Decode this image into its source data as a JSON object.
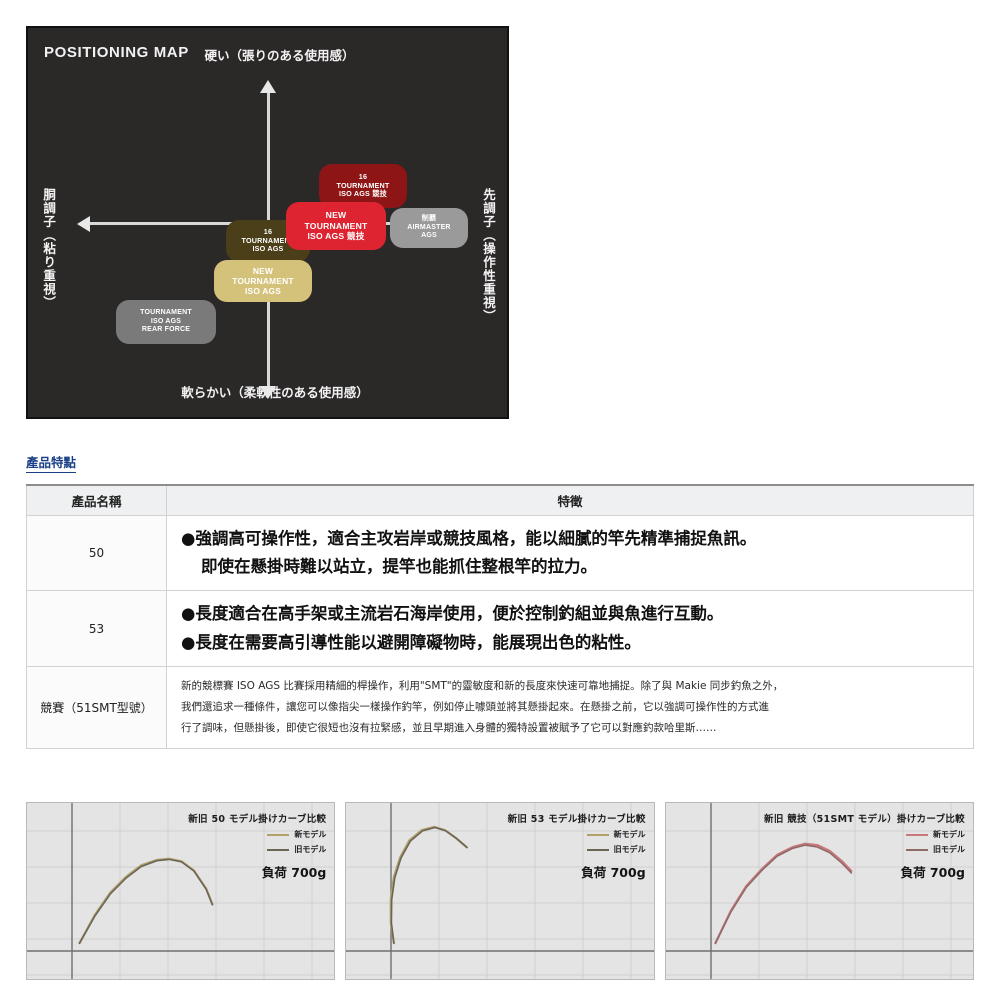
{
  "positioning_map": {
    "title": "POSITIONING MAP",
    "axis_top": "硬い（張りのある使用感）",
    "axis_bottom": "軟らかい（柔軟性のある使用感）",
    "axis_left": "胴調子（粘り重視）",
    "axis_right": "先調子（操作性重視）",
    "background_color": "#2b2828",
    "bubbles": [
      {
        "id": "tournament-iso-ags-rear-force",
        "lines": [
          "TOURNAMENT",
          "ISO AGS",
          "REAR FORCE"
        ],
        "color": "#7a7a7a",
        "text_color": "#ffffff"
      },
      {
        "id": "16-tournament-iso-ags",
        "lines": [
          "16",
          "TOURNAMENT",
          "ISO AGS"
        ],
        "color": "#4a3f18",
        "text_color": "#ffffff"
      },
      {
        "id": "new-tournament-iso-ags",
        "lines": [
          "NEW",
          "TOURNAMENT",
          "ISO AGS"
        ],
        "color": "#d4c27a",
        "text_color": "#ffffff"
      },
      {
        "id": "16-tournament-iso-ags-kyogi",
        "lines": [
          "16",
          "TOURNAMENT",
          "ISO AGS 競技"
        ],
        "color": "#8e1515",
        "text_color": "#ffffff"
      },
      {
        "id": "new-tournament-iso-ags-kyogi",
        "lines": [
          "NEW",
          "TOURNAMENT",
          "ISO AGS 競技"
        ],
        "color": "#dd2430",
        "text_color": "#ffffff"
      },
      {
        "id": "airmaster-ags",
        "lines": [
          "制覇",
          "AIRMASTER",
          "AGS"
        ],
        "color": "#9a9a9a",
        "text_color": "#ffffff"
      }
    ]
  },
  "section": {
    "heading": "產品特點"
  },
  "table": {
    "headers": [
      "產品名稱",
      "特徵"
    ],
    "rows": [
      {
        "name": "50",
        "size": "big",
        "lines": [
          "●強調高可操作性，適合主攻岩岸或競技風格，能以細膩的竿先精準捕捉魚訊。",
          "即使在懸掛時難以站立，提竿也能抓住整根竿的拉力。"
        ]
      },
      {
        "name": "53",
        "size": "big",
        "lines": [
          "●長度適合在高手架或主流岩石海岸使用，便於控制釣組並與魚進行互動。",
          "●長度在需要高引導性能以避開障礙物時，能展現出色的粘性。"
        ]
      },
      {
        "name": "競賽（51SMT型號）",
        "size": "small",
        "lines": [
          "新的競標賽 ISO AGS 比賽採用精細的桿操作，利用\"SMT\"的靈敏度和新的長度來快速可靠地捕捉。除了與 Makie 同步釣魚之外，",
          "我們還追求一種條件，讓您可以像指尖一樣操作釣竿，例如停止噱頭並將其懸掛起來。在懸掛之前，它以強調可操作性的方式進",
          "行了調味，但懸掛後，即使它很短也沒有拉緊感，並且早期進入身體的獨特設置被賦予了它可以對應釣款哈里斯……"
        ]
      }
    ]
  },
  "chart_data": [
    {
      "type": "line",
      "title": "新旧 50 モデル掛けカーブ比較",
      "load_label": "負荷 700g",
      "grid": true,
      "legend_position": "top-right",
      "xlim": [
        0,
        1
      ],
      "ylim": [
        0,
        1
      ],
      "series": [
        {
          "name": "新モデル",
          "color": "#b2a06a",
          "x": [
            0.17,
            0.22,
            0.27,
            0.32,
            0.37,
            0.42,
            0.46,
            0.5,
            0.54,
            0.58,
            0.6
          ],
          "y": [
            0.06,
            0.28,
            0.45,
            0.57,
            0.66,
            0.7,
            0.71,
            0.69,
            0.62,
            0.48,
            0.36
          ]
        },
        {
          "name": "旧モデル",
          "color": "#6b6558",
          "x": [
            0.17,
            0.22,
            0.27,
            0.32,
            0.37,
            0.42,
            0.46,
            0.5,
            0.54,
            0.58,
            0.6
          ],
          "y": [
            0.06,
            0.27,
            0.44,
            0.56,
            0.65,
            0.695,
            0.705,
            0.685,
            0.615,
            0.475,
            0.355
          ]
        }
      ]
    },
    {
      "type": "line",
      "title": "新旧 53 モデル掛けカーブ比較",
      "load_label": "負荷 700g",
      "grid": true,
      "legend_position": "top-right",
      "xlim": [
        0,
        1
      ],
      "ylim": [
        0,
        1
      ],
      "series": [
        {
          "name": "新モデル",
          "color": "#b2a06a",
          "x": [
            0.155,
            0.145,
            0.145,
            0.155,
            0.175,
            0.205,
            0.245,
            0.285,
            0.32,
            0.355,
            0.39
          ],
          "y": [
            0.06,
            0.22,
            0.4,
            0.57,
            0.72,
            0.85,
            0.93,
            0.955,
            0.93,
            0.87,
            0.8
          ]
        },
        {
          "name": "旧モデル",
          "color": "#6b6558",
          "x": [
            0.155,
            0.147,
            0.148,
            0.158,
            0.178,
            0.208,
            0.248,
            0.288,
            0.323,
            0.358,
            0.392
          ],
          "y": [
            0.06,
            0.215,
            0.395,
            0.565,
            0.715,
            0.845,
            0.925,
            0.95,
            0.925,
            0.865,
            0.795
          ]
        }
      ]
    },
    {
      "type": "line",
      "title": "新旧 競技（51SMT モデル）掛けカーブ比較",
      "load_label": "負荷 700g",
      "grid": true,
      "legend_position": "top-right",
      "xlim": [
        0,
        1
      ],
      "ylim": [
        0,
        1
      ],
      "series": [
        {
          "name": "新モデル",
          "color": "#c9787c",
          "x": [
            0.16,
            0.21,
            0.26,
            0.31,
            0.36,
            0.41,
            0.45,
            0.49,
            0.53,
            0.57,
            0.6
          ],
          "y": [
            0.06,
            0.31,
            0.5,
            0.63,
            0.74,
            0.8,
            0.825,
            0.815,
            0.77,
            0.69,
            0.615
          ]
        },
        {
          "name": "旧モデル",
          "color": "#8f6a68",
          "x": [
            0.16,
            0.21,
            0.26,
            0.31,
            0.36,
            0.41,
            0.45,
            0.49,
            0.53,
            0.57,
            0.6
          ],
          "y": [
            0.06,
            0.3,
            0.49,
            0.62,
            0.73,
            0.79,
            0.815,
            0.8,
            0.755,
            0.675,
            0.6
          ]
        }
      ]
    }
  ]
}
